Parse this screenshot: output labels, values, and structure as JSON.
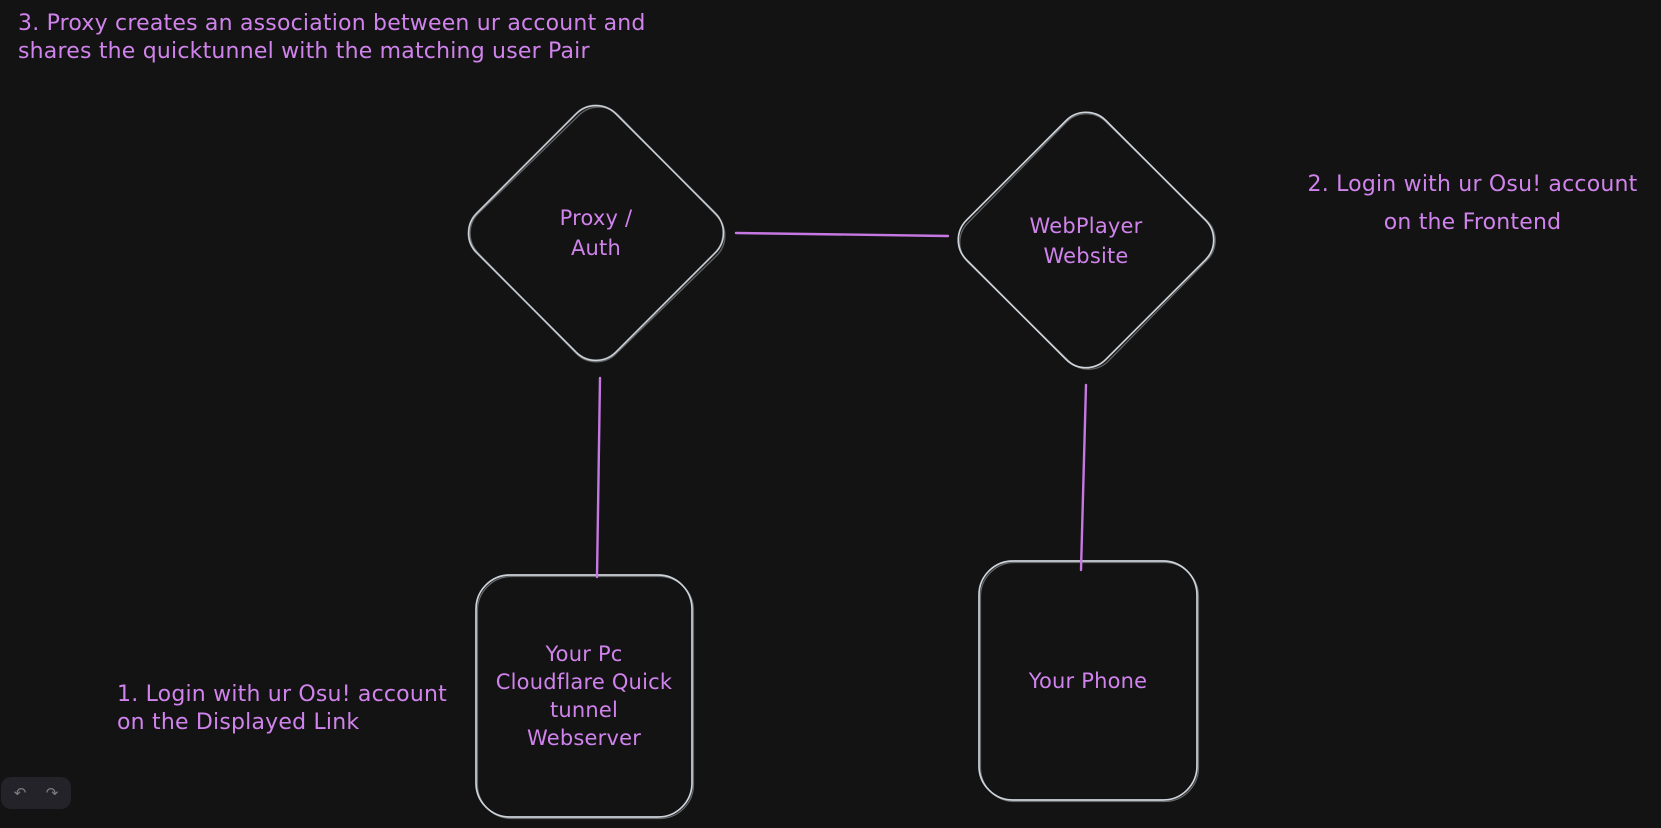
{
  "app": {
    "type": "whiteboard-diagram",
    "theme": "dark"
  },
  "colors": {
    "canvas_background": "#131313",
    "shape_stroke": "#ced4da",
    "text_and_connectors": "#d083ec",
    "toolbar_background": "#232329"
  },
  "annotations": {
    "step3": "3. Proxy creates an association between ur account and\nshares the quicktunnel with the matching user Pair",
    "step2": "2. Login with ur Osu! account\non the Frontend",
    "step1": "1. Login with ur Osu! account\non the Displayed Link"
  },
  "shapes": {
    "proxy_auth": {
      "type": "diamond",
      "label": "Proxy /\nAuth"
    },
    "webplayer": {
      "type": "diamond",
      "label": "WebPlayer\nWebsite"
    },
    "pc_tunnel": {
      "type": "rectangle",
      "label": "Your Pc\nCloudflare Quick\ntunnel\nWebserver"
    },
    "phone": {
      "type": "rectangle",
      "label": "Your Phone"
    }
  },
  "connections": [
    {
      "from": "proxy_auth",
      "to": "webplayer"
    },
    {
      "from": "proxy_auth",
      "to": "pc_tunnel"
    },
    {
      "from": "webplayer",
      "to": "phone"
    }
  ],
  "toolbar": {
    "undo": "↶",
    "redo": "↷"
  }
}
